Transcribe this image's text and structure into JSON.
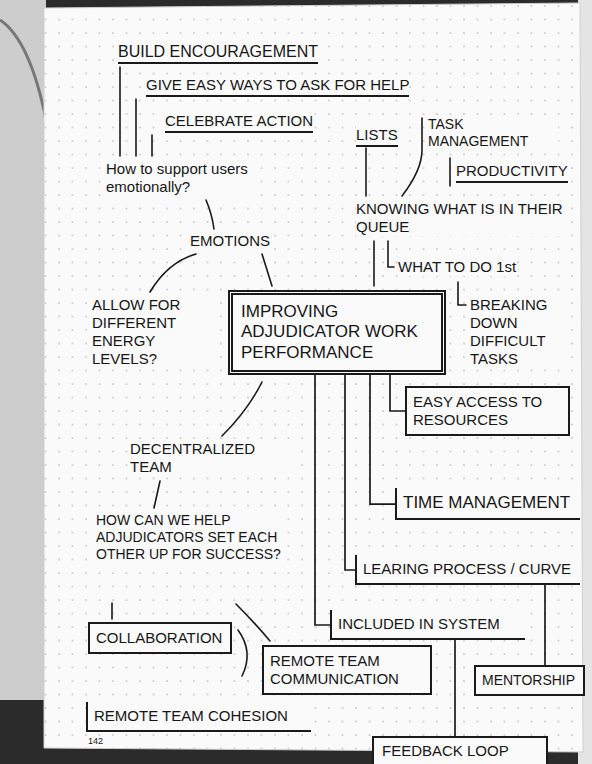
{
  "diagram": {
    "nodes": [
      {
        "text": [
          "IMPROVING ADJUDICATOR WORK PERFORMANCE"
        ]
      },
      {
        "text": [
          "EASY ACCESS TO RESOURCES"
        ]
      },
      {
        "text": [
          "TIME MANAGEMENT"
        ]
      },
      {
        "text": [
          "LEARING PROCESS / CURVE"
        ]
      },
      {
        "text": [
          "INCLUDED IN SYSTEM"
        ]
      },
      {
        "text": [
          "COLLABORATION"
        ]
      },
      {
        "text": [
          "REMOTE TEAM COMMUNICATION"
        ]
      },
      {
        "text": [
          "MENTORSHIP"
        ]
      },
      {
        "text": [
          "REMOTE TEAM COHESION"
        ]
      },
      {
        "text": [
          "FEEDBACK LOOP"
        ]
      }
    ],
    "edges": [
      {
        "from": 0,
        "to": 1,
        "arrow": "none"
      },
      {
        "from": 0,
        "to": 2,
        "arrow": "none"
      },
      {
        "from": 0,
        "to": 3,
        "arrow": "none"
      },
      {
        "from": 0,
        "to": 4,
        "arrow": "none"
      },
      {
        "from": 3,
        "to": 7,
        "arrow": "none"
      },
      {
        "from": 4,
        "to": 9,
        "arrow": "none"
      }
    ],
    "labels": [
      "BUILD ENCOURAGEMENT",
      "GIVE EASY WAYS TO ASK FOR HELP",
      "CELEBRATE ACTION",
      "How to support users emotionally?",
      "EMOTIONS",
      "ALLOW FOR DIFFERENT ENERGY LEVELS?",
      "LISTS",
      "TASK MANAGEMENT",
      "PRODUCTIVITY",
      "KNOWING WHAT IS IN THEIR QUEUE",
      "WHAT TO DO 1st",
      "BREAKING DOWN DIFFICULT TASKS",
      "DECENTRALIZED TEAM",
      "HOW CAN WE HELP ADJUDICATORS SET EACH OTHER UP FOR SUCCESS?",
      "142"
    ]
  }
}
